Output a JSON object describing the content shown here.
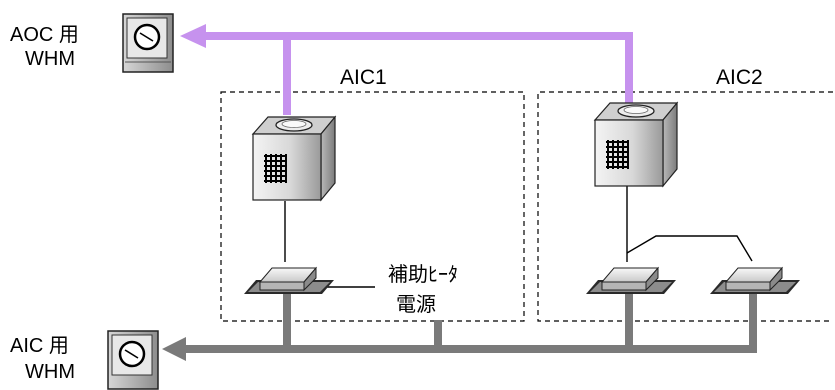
{
  "labels": {
    "aoc_meter": {
      "line1": "AOC 用",
      "line2": "WHM"
    },
    "aic_meter": {
      "line1": "AIC 用",
      "line2": "WHM"
    },
    "aic1": "AIC1",
    "aic2": "AIC2",
    "heater_power": {
      "line1": "補助ﾋｰﾀ",
      "line2": "電源"
    }
  },
  "colors": {
    "aoc_line": "#c692ee",
    "aic_line": "#7a7a7a",
    "dashed_box": "#000000"
  },
  "icons": {
    "meter": "watt-hour-meter-icon",
    "outdoor_unit": "outdoor-unit-icon",
    "indoor_unit": "indoor-unit-icon"
  }
}
